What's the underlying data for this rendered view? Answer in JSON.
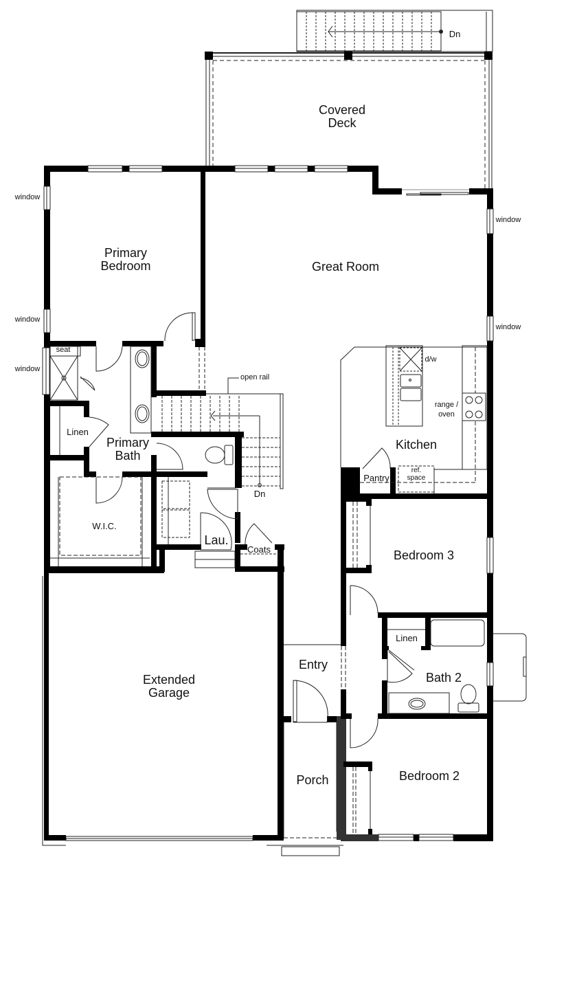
{
  "colors": {
    "wall": "#000000",
    "line": "#222222",
    "background": "#ffffff",
    "text": "#111111"
  },
  "rooms": {
    "covered_deck": {
      "line1": "Covered",
      "line2": "Deck"
    },
    "primary_bedroom": {
      "line1": "Primary",
      "line2": "Bedroom"
    },
    "great_room": "Great Room",
    "kitchen": "Kitchen",
    "pantry": "Pantry",
    "primary_bath": {
      "line1": "Primary",
      "line2": "Bath"
    },
    "linen_primary": "Linen",
    "wic": "W.I.C.",
    "laundry": "Lau.",
    "coats": "Coats",
    "bedroom_3": "Bedroom 3",
    "bath_2": "Bath 2",
    "linen_bath2": "Linen",
    "entry": "Entry",
    "extended_garage": {
      "line1": "Extended",
      "line2": "Garage"
    },
    "porch": "Porch",
    "bedroom_2": "Bedroom 2"
  },
  "fixtures": {
    "seat": "seat",
    "dishwasher": "d/w",
    "range": {
      "line1": "range /",
      "line2": "oven"
    },
    "fridge": {
      "line1": "ref.",
      "line2": "space"
    },
    "open_rail": "open rail",
    "stairs_down_deck": "Dn",
    "stairs_down_interior": "Dn"
  },
  "windows": {
    "left_1": "window",
    "left_2": "window",
    "left_3": "window",
    "right_1": "window",
    "right_2": "window"
  }
}
